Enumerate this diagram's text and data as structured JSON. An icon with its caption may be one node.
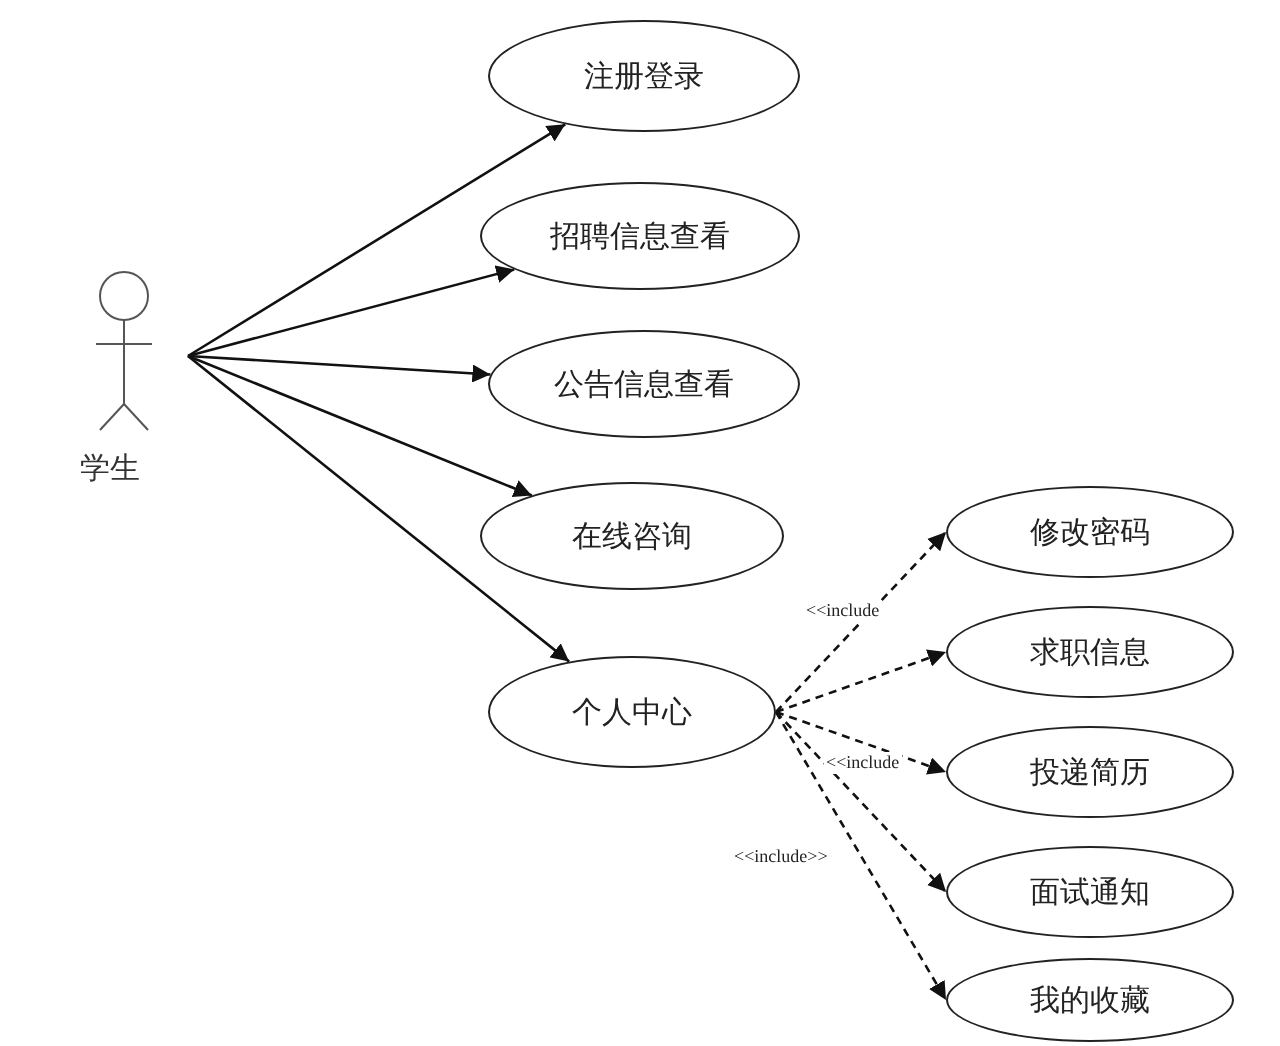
{
  "diagram": {
    "nodes": [
      {
        "text": [
          "学生"
        ]
      },
      {
        "text": [
          "注册登录"
        ]
      },
      {
        "text": [
          "招聘信息查看"
        ]
      },
      {
        "text": [
          "公告信息查看"
        ]
      },
      {
        "text": [
          "在线咨询"
        ]
      },
      {
        "text": [
          "个人中心"
        ]
      },
      {
        "text": [
          "修改密码"
        ]
      },
      {
        "text": [
          "求职信息"
        ]
      },
      {
        "text": [
          "投递简历"
        ]
      },
      {
        "text": [
          "面试通知"
        ]
      },
      {
        "text": [
          "我的收藏"
        ]
      }
    ],
    "edges": [
      {
        "from": 0,
        "to": 1,
        "arrow": "to"
      },
      {
        "from": 0,
        "to": 2,
        "arrow": "to"
      },
      {
        "from": 0,
        "to": 3,
        "arrow": "to"
      },
      {
        "from": 0,
        "to": 4,
        "arrow": "to"
      },
      {
        "from": 0,
        "to": 5,
        "arrow": "to"
      },
      {
        "from": 5,
        "to": 6,
        "arrow": "to",
        "style": "dashed",
        "label": "<<include"
      },
      {
        "from": 5,
        "to": 7,
        "arrow": "to",
        "style": "dashed"
      },
      {
        "from": 5,
        "to": 8,
        "arrow": "to",
        "style": "dashed",
        "label": "<<include"
      },
      {
        "from": 5,
        "to": 9,
        "arrow": "to",
        "style": "dashed"
      },
      {
        "from": 5,
        "to": 10,
        "arrow": "to",
        "style": "dashed",
        "label": "<<include>>"
      }
    ]
  }
}
